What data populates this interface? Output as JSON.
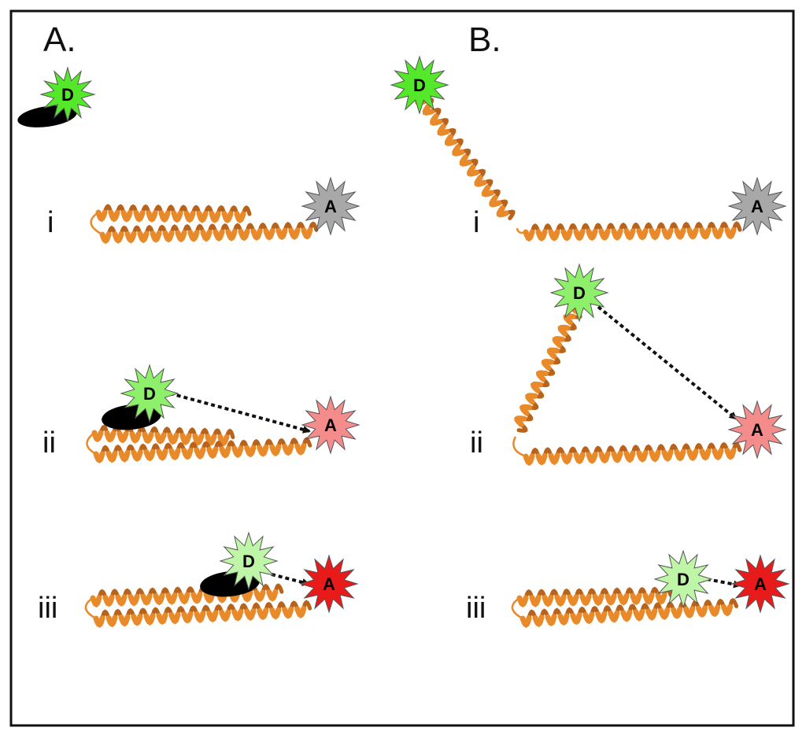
{
  "panels": {
    "a": {
      "label": "A."
    },
    "b": {
      "label": "B."
    }
  },
  "rows": {
    "a": [
      "i",
      "ii",
      "iii"
    ],
    "b": [
      "i",
      "ii",
      "iii"
    ]
  },
  "markers": {
    "donor": "D",
    "acceptor": "A"
  },
  "colors": {
    "helix": "#e8892a",
    "helix_dark": "#b8621a",
    "donor_bright": "#55e82a",
    "donor_pale": "#bff5a6",
    "donor_mid": "#8ef06a",
    "acceptor_gray": "#a8a8a8",
    "acceptor_pink": "#f58c8c",
    "acceptor_red": "#e81a1a",
    "binder": "#000000"
  }
}
